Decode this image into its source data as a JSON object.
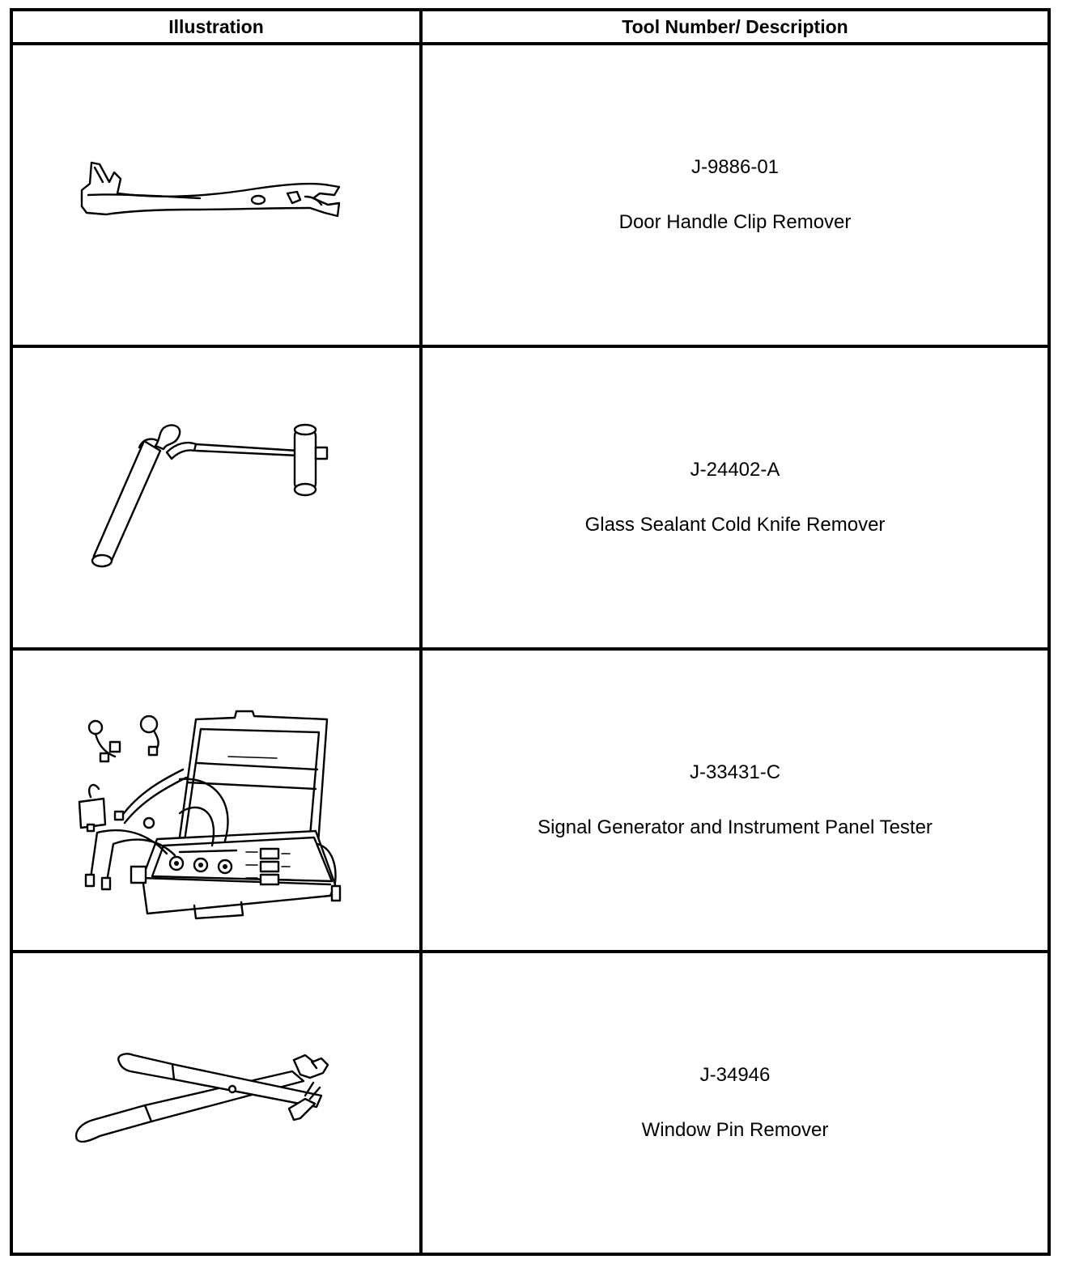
{
  "table": {
    "headers": {
      "illustration": "Illustration",
      "tool": "Tool Number/ Description"
    },
    "rows": [
      {
        "number": "J-9886-01",
        "description": "Door Handle Clip Remover",
        "icon": "clip-remover-icon"
      },
      {
        "number": "J-24402-A",
        "description": "Glass Sealant Cold Knife Remover",
        "icon": "cold-knife-icon"
      },
      {
        "number": "J-33431-C",
        "description": "Signal Generator and Instrument Panel Tester",
        "icon": "signal-generator-icon"
      },
      {
        "number": "J-34946",
        "description": "Window Pin Remover",
        "icon": "pin-remover-icon"
      }
    ]
  }
}
